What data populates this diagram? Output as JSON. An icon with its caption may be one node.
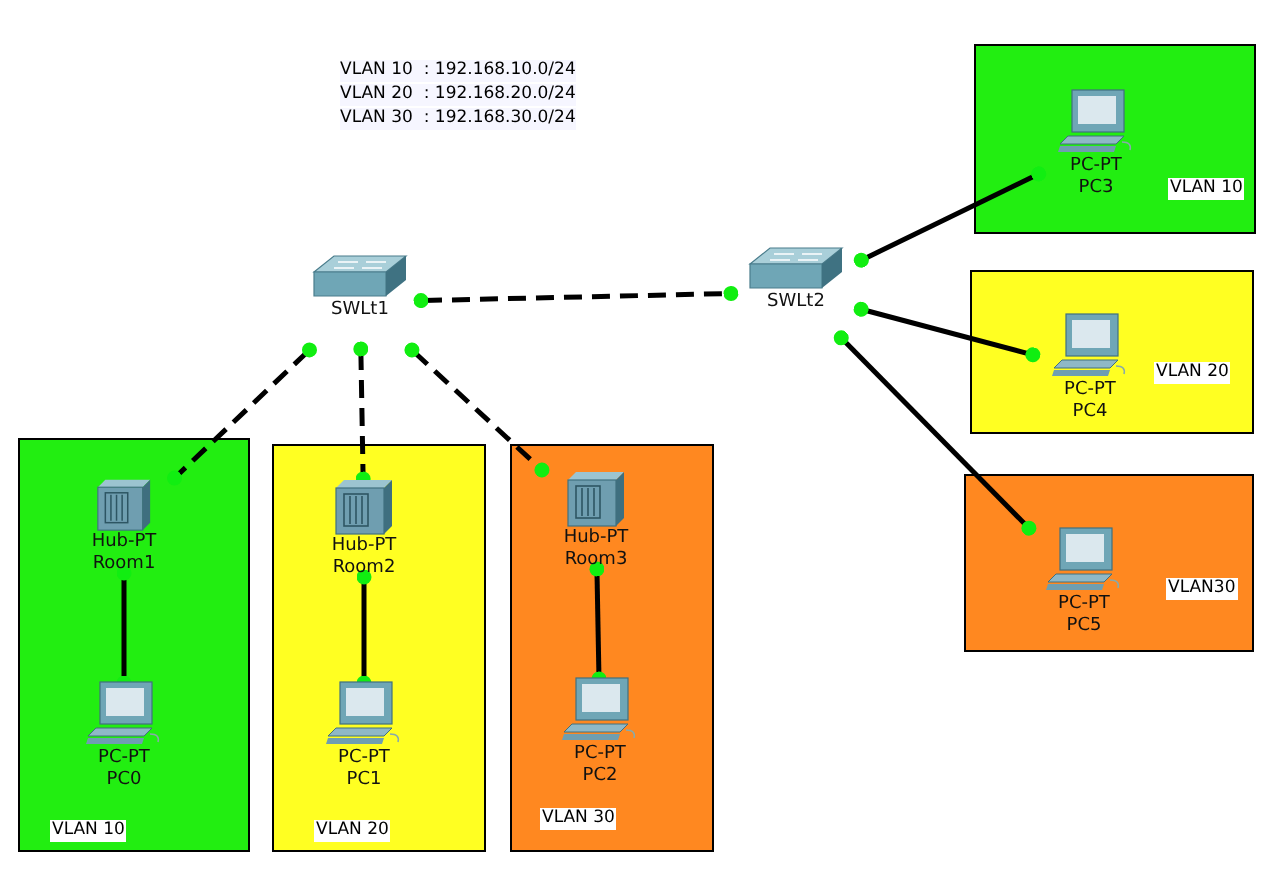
{
  "diagram": {
    "nodes": [
      {
        "text": [
          "SWLt1"
        ]
      },
      {
        "text": [
          "SWLt2"
        ]
      },
      {
        "text": [
          "VLAN 10"
        ]
      },
      {
        "text": [
          "Hub-PT",
          "Room1"
        ],
        "in": 2
      },
      {
        "text": [
          "PC-PT",
          "PC0"
        ],
        "in": 2
      },
      {
        "text": [
          "VLAN 20"
        ]
      },
      {
        "text": [
          "Hub-PT",
          "Room2"
        ],
        "in": 5
      },
      {
        "text": [
          "PC-PT",
          "PC1"
        ],
        "in": 5
      },
      {
        "text": [
          "VLAN 30"
        ]
      },
      {
        "text": [
          "Hub-PT",
          "Room3"
        ],
        "in": 8
      },
      {
        "text": [
          "PC-PT",
          "PC2"
        ],
        "in": 8
      },
      {
        "text": [
          "VLAN 10"
        ]
      },
      {
        "text": [
          "PC-PT",
          "PC3"
        ],
        "in": 11
      },
      {
        "text": [
          "VLAN 20"
        ]
      },
      {
        "text": [
          "PC-PT",
          "PC4"
        ],
        "in": 13
      },
      {
        "text": [
          "VLAN30"
        ]
      },
      {
        "text": [
          "PC-PT",
          "PC5"
        ],
        "in": 15
      }
    ],
    "edges": [
      {
        "from": 0,
        "to": 1,
        "arrow": "other",
        "style": "dashed"
      },
      {
        "from": 0,
        "to": 3,
        "arrow": "other",
        "style": "dashed"
      },
      {
        "from": 0,
        "to": 6,
        "arrow": "other",
        "style": "dashed"
      },
      {
        "from": 0,
        "to": 9,
        "arrow": "other",
        "style": "dashed"
      },
      {
        "from": 3,
        "to": 4,
        "arrow": "other"
      },
      {
        "from": 6,
        "to": 7,
        "arrow": "other"
      },
      {
        "from": 9,
        "to": 10,
        "arrow": "other"
      },
      {
        "from": 1,
        "to": 12,
        "arrow": "other"
      },
      {
        "from": 1,
        "to": 14,
        "arrow": "other"
      },
      {
        "from": 1,
        "to": 16,
        "arrow": "other"
      }
    ],
    "labels": [
      "VLAN 10  : 192.168.10.0/24",
      "VLAN 20  : 192.168.20.0/24",
      "VLAN 30  : 192.168.30.0/24"
    ]
  }
}
